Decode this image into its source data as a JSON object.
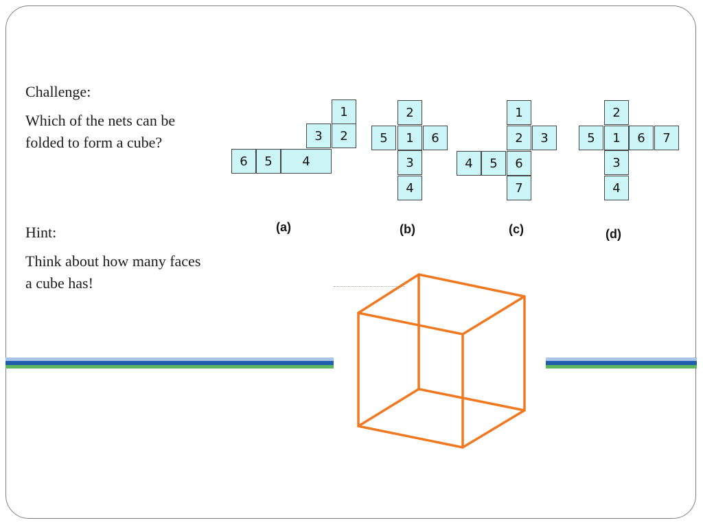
{
  "text": {
    "challenge_label": "Challenge:",
    "challenge_question": "Which of the nets can be folded to form a cube?",
    "hint_label": "Hint:",
    "hint_text": "Think about how many faces a cube has!"
  },
  "nets": [
    {
      "label": "(a)",
      "faces": [
        "1",
        "3",
        "2",
        "6",
        "5",
        "4"
      ]
    },
    {
      "label": "(b)",
      "faces": [
        "2",
        "5",
        "1",
        "6",
        "3",
        "4"
      ]
    },
    {
      "label": "(c)",
      "faces": [
        "1",
        "2",
        "3",
        "4",
        "5",
        "6",
        "7"
      ]
    },
    {
      "label": "(d)",
      "faces": [
        "2",
        "5",
        "1",
        "6",
        "7",
        "3",
        "4"
      ]
    }
  ],
  "colors": {
    "net_fill": "#ccf5f7",
    "cube_stroke": "#f07820",
    "stripe_light": "#a9c6e8",
    "stripe_blue": "#1f5fad",
    "stripe_green": "#5cb85c"
  }
}
